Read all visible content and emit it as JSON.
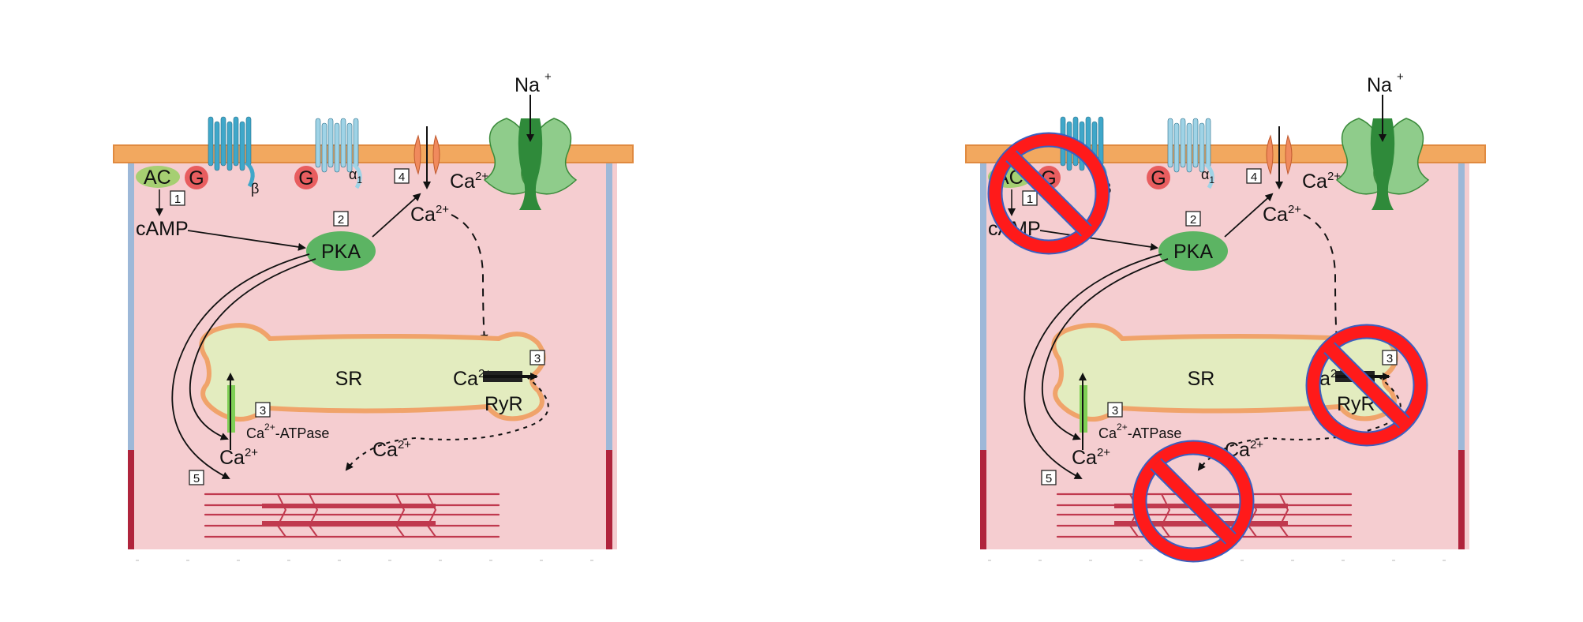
{
  "colors": {
    "cytoplasm": "#f5cdd0",
    "membrane": "#f2a85f",
    "membrane_edge": "#e08a40",
    "side_wall": "#9db8d8",
    "side_wall_bottom": "#b0243c",
    "pka_fill": "#5cb463",
    "ac_fill": "#a6cf72",
    "g_fill": "#e85d5f",
    "receptor_beta": "#3fa7c9",
    "receptor_alpha": "#9fd3e6",
    "ca_channel": "#f08a5d",
    "na_channel": "#8fcc8b",
    "sr_fill": "#e3ecbf",
    "sr_edge": "#f0a36a",
    "myofilament": "#c0394e",
    "no_symbol": "#ff1a1a",
    "no_symbol_edge": "#3a5fc0"
  },
  "panels": [
    {
      "id": "normal",
      "labels": {
        "ac": "AC",
        "g": "G",
        "beta": "β",
        "alpha1": "α",
        "alpha1_sub": "1",
        "camp": "cAMP",
        "pka": "PKA",
        "sr": "SR",
        "ryr": "RyR",
        "na": "Na",
        "na_sup": "+",
        "ca": "Ca",
        "ca_sup": "2+",
        "ca_atpase": "-ATPase",
        "step1": "1",
        "step2": "2",
        "step3": "3",
        "step4": "4",
        "step5": "5"
      },
      "blocked": []
    },
    {
      "id": "blocked",
      "labels": {
        "ac": "AC",
        "g": "G",
        "beta": "β",
        "alpha1": "α",
        "alpha1_sub": "1",
        "camp": "cAMP",
        "pka": "PKA",
        "sr": "SR",
        "ryr": "RyR",
        "na": "Na",
        "na_sup": "+",
        "ca": "Ca",
        "ca_sup": "2+",
        "ca_atpase": "-ATPase",
        "step1": "1",
        "step2": "2",
        "step3": "3",
        "step4": "4",
        "step5": "5"
      },
      "blocked": [
        "beta-receptor-pathway",
        "ryanodine-receptor",
        "myofilament-activation"
      ]
    }
  ]
}
